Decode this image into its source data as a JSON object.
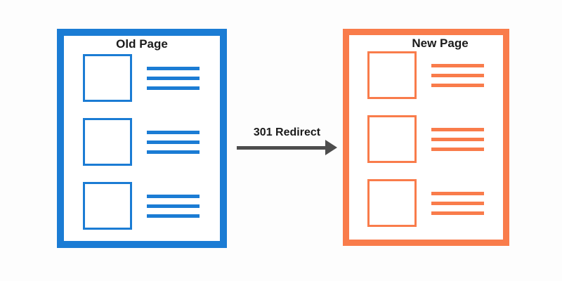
{
  "diagram": {
    "old_page": {
      "title": "Old Page"
    },
    "new_page": {
      "title": "New Page"
    },
    "arrow": {
      "label": "301 Redirect"
    }
  },
  "content": {
    "rows_per_page": 3,
    "lines_per_row": 3
  },
  "colors": {
    "old_page_accent": "#1b7cd4",
    "new_page_accent": "#f97c4b",
    "arrow": "#4d4d4d",
    "text": "#1a1a1a",
    "background": "#fdfdfd"
  }
}
